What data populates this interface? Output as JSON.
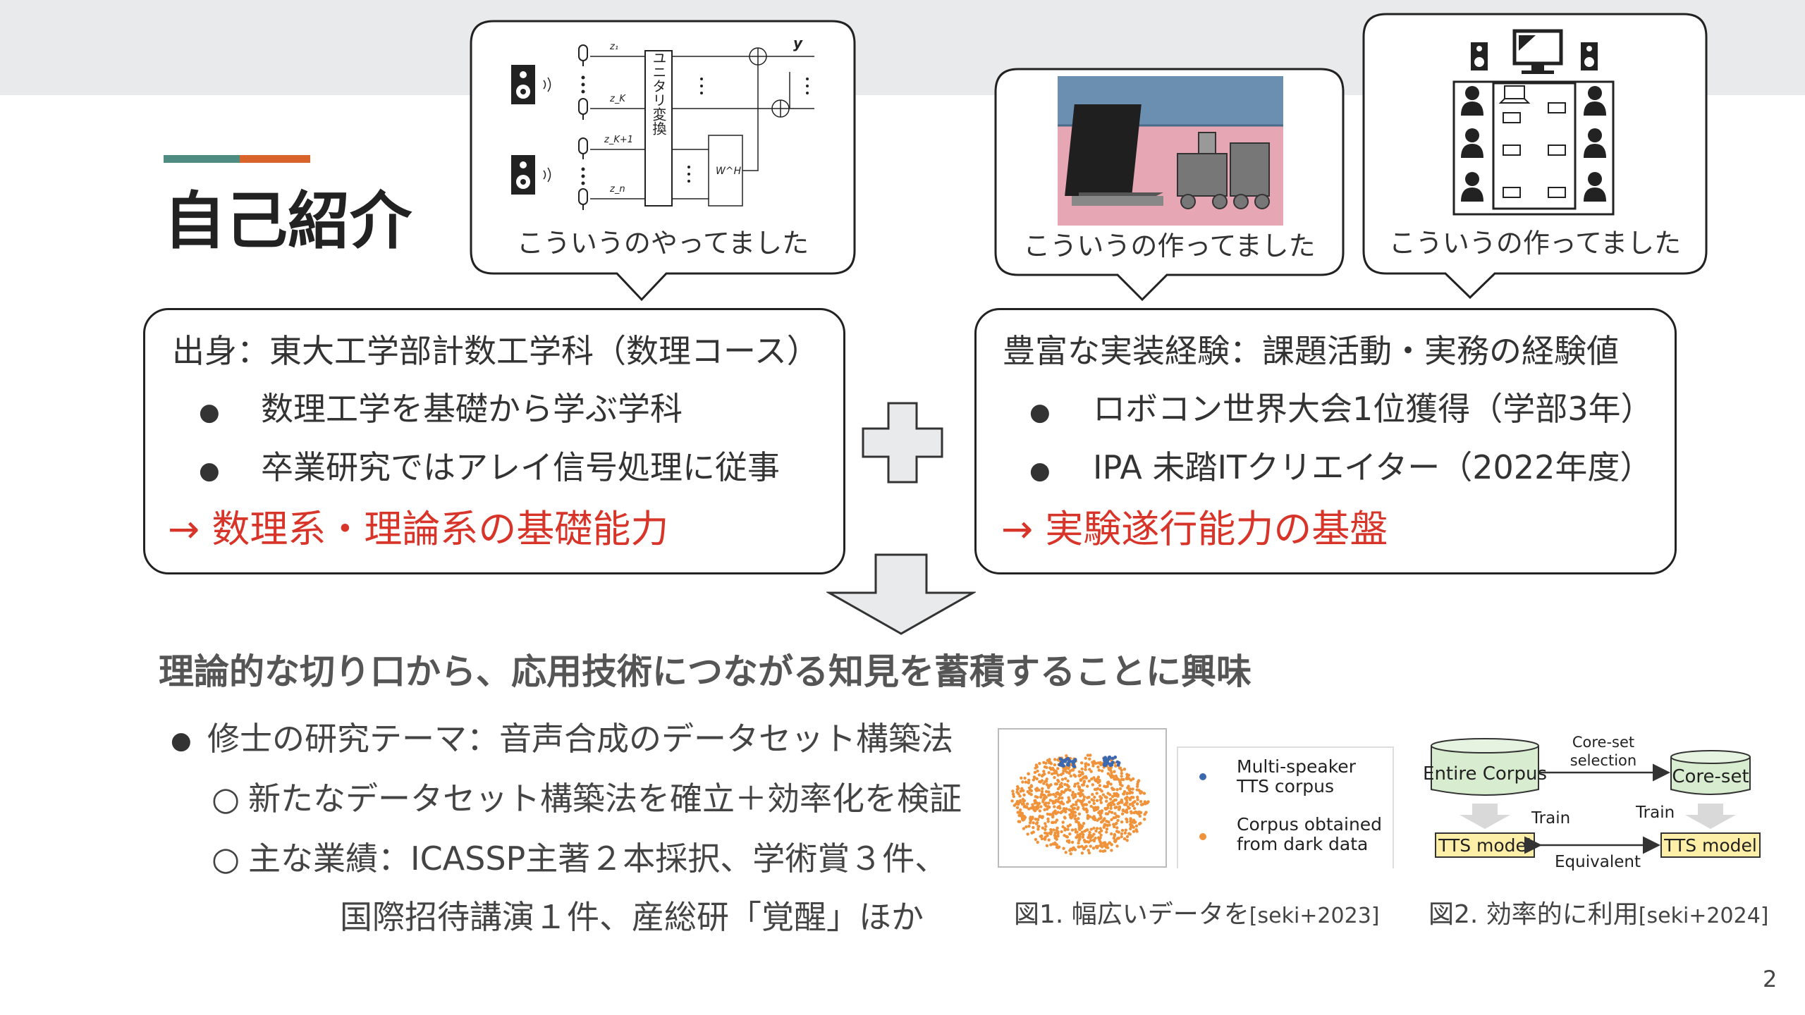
{
  "title": "自己紹介",
  "bubbles": {
    "array": "こういうのやってました",
    "robot": "こういうの作ってました",
    "room": "こういうの作ってました"
  },
  "array_diagram": {
    "transform": "ユニタリ変換",
    "z1": "z₁",
    "zK": "z_K",
    "zK1": "z_K+1",
    "zn": "z_n",
    "w": "W^H",
    "y": "y"
  },
  "left_box": {
    "heading": "出身：東大工学部計数工学科（数理コース）",
    "items": [
      "数理工学を基礎から学ぶ学科",
      "卒業研究ではアレイ信号処理に従事"
    ],
    "conclusion": "→ 数理系・理論系の基礎能力"
  },
  "right_box": {
    "heading": "豊富な実装経験：課題活動・実務の経験値",
    "items": [
      "ロボコン世界大会1位獲得（学部3年）",
      "IPA 未踏ITクリエイター（2022年度）"
    ],
    "conclusion": "→ 実験遂行能力の基盤"
  },
  "statement": "理論的な切り口から、応用技術につながる知見を蓄積することに興味",
  "research": {
    "topic": "修士の研究テーマ：音声合成のデータセット構築法",
    "sub1": "新たなデータセット構築法を確立＋効率化を検証",
    "sub2": "主な業績：ICASSP主著２本採択、学術賞３件、",
    "sub3": "国際招待講演１件、産総研「覚醒」ほか"
  },
  "fig1": {
    "legend_a": [
      "Multi-speaker",
      "TTS corpus"
    ],
    "legend_b": [
      "Corpus obtained",
      "from dark data"
    ],
    "caption": "図1. 幅広いデータを",
    "cite": "[seki+2023]",
    "colors": {
      "multi": "#3c68b0",
      "dark": "#f0923a"
    }
  },
  "fig2": {
    "entire": "Entire Corpus",
    "coreset": "Core-set",
    "selection_1": "Core-set",
    "selection_2": "selection",
    "train": "Train",
    "tts": "TTS model",
    "equivalent": "Equivalent",
    "caption": "図2. 効率的に利用",
    "cite": "[seki+2024]"
  },
  "page_number": "2",
  "colors": {
    "accent_teal": "#4e8c82",
    "accent_orange": "#d8642b",
    "emphasis_red": "#d8352a"
  }
}
